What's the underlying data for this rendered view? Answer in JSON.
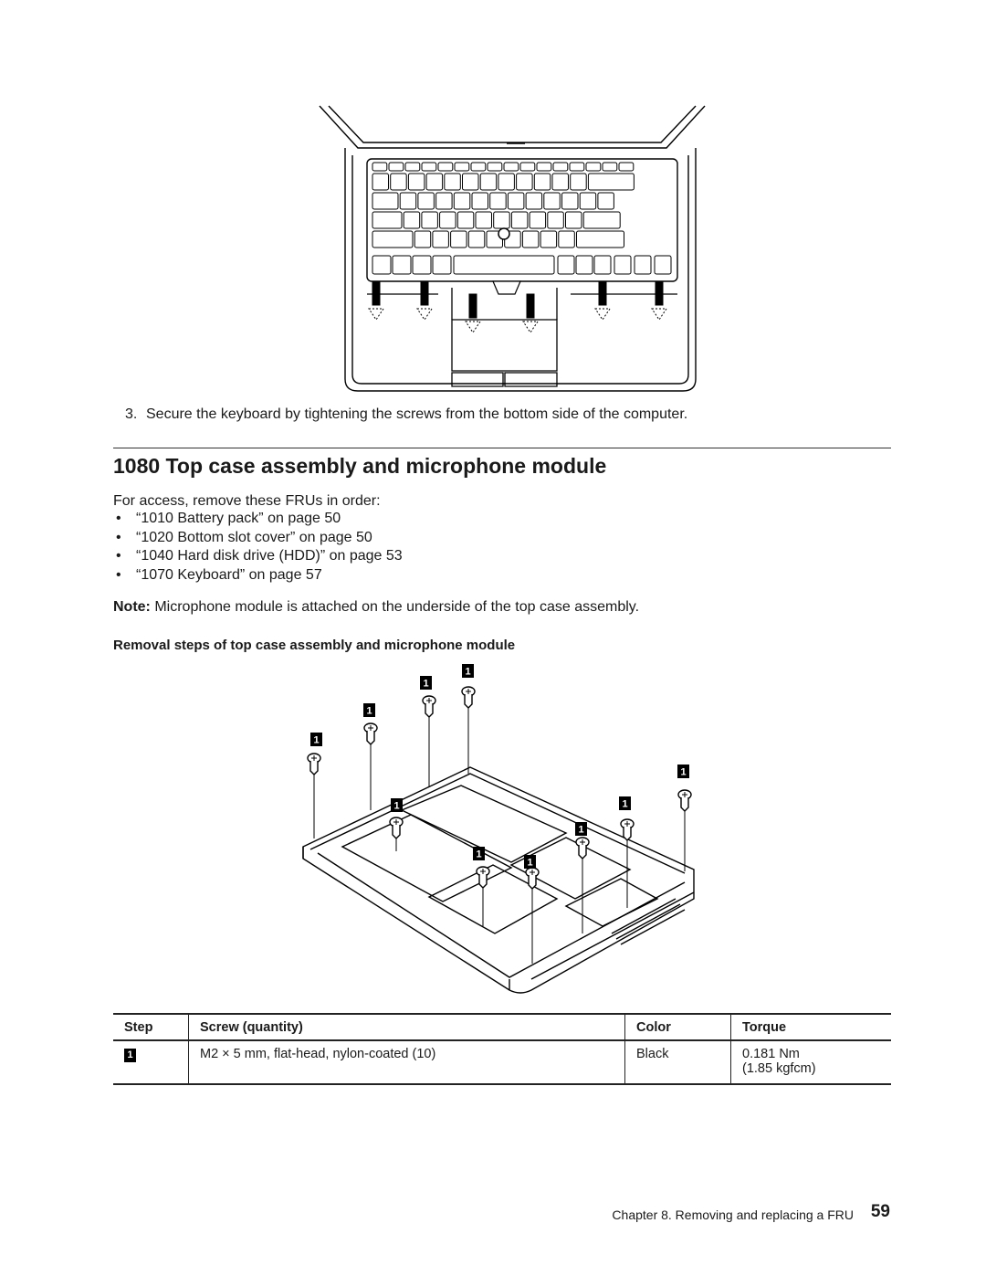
{
  "steps": {
    "step3_number": "3.",
    "step3_text": "Secure the keyboard by tightening the screws from the bottom side of the computer."
  },
  "section": {
    "title": "1080 Top case assembly and microphone module",
    "access_intro": "For access, remove these FRUs in order:",
    "fru_items": [
      {
        "bullet": "•",
        "text": "“1010 Battery pack” on page 50"
      },
      {
        "bullet": "•",
        "text": "“1020 Bottom slot cover” on page 50"
      },
      {
        "bullet": "•",
        "text": "“1040 Hard disk drive (HDD)” on page 53"
      },
      {
        "bullet": "•",
        "text": "“1070 Keyboard” on page 57"
      }
    ],
    "note_label": "Note:",
    "note_text": " Microphone module is attached on the underside of the top case assembly.",
    "removal_heading": "Removal steps of top case assembly and microphone module"
  },
  "figure": {
    "callout_label": "1"
  },
  "table": {
    "headers": [
      "Step",
      "Screw (quantity)",
      "Color",
      "Torque"
    ],
    "row": {
      "step": "1",
      "screw": "M2 × 5 mm, flat-head, nylon-coated (10)",
      "color": "Black",
      "torque_line1": "0.181 Nm",
      "torque_line2": "(1.85 kgfcm)"
    }
  },
  "footer": {
    "chapter": "Chapter 8. Removing and replacing a FRU",
    "page": "59"
  }
}
